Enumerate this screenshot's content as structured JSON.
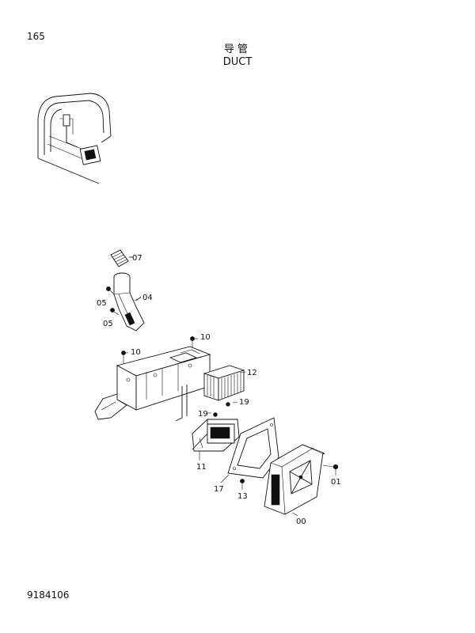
{
  "page": {
    "number": "165",
    "title_cn": "导管",
    "title_en": "DUCT",
    "document_number": "9184106"
  },
  "parts": {
    "p07": "07",
    "p05a": "05",
    "p04": "04",
    "p05b": "05",
    "p10a": "10",
    "p10b": "10",
    "p12": "12",
    "p19a": "19",
    "p19b": "19",
    "p11": "11",
    "p17": "17",
    "p13": "13",
    "p01": "01",
    "p00": "00"
  }
}
